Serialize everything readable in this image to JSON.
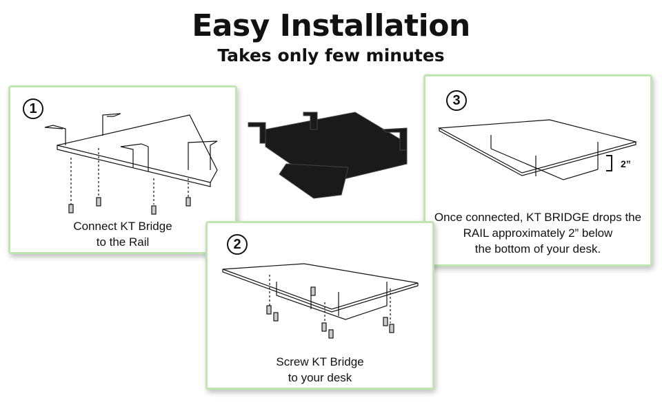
{
  "header": {
    "title": "Easy Installation",
    "subtitle": "Takes only few minutes"
  },
  "steps": [
    {
      "number": "1",
      "caption_line1": "Connect KT Bridge",
      "caption_line2": "to the Rail"
    },
    {
      "number": "2",
      "caption_line1": "Screw KT Bridge",
      "caption_line2": "to your desk"
    },
    {
      "number": "3",
      "caption_line1": "Once connected, KT BRIDGE drops the",
      "caption_line2": "RAIL approximately 2” below",
      "caption_line3": "the bottom of your desk.",
      "dimension_label": "2”"
    }
  ],
  "colors": {
    "card_border": "#bfe6b0",
    "product": "#1a1a1a"
  }
}
